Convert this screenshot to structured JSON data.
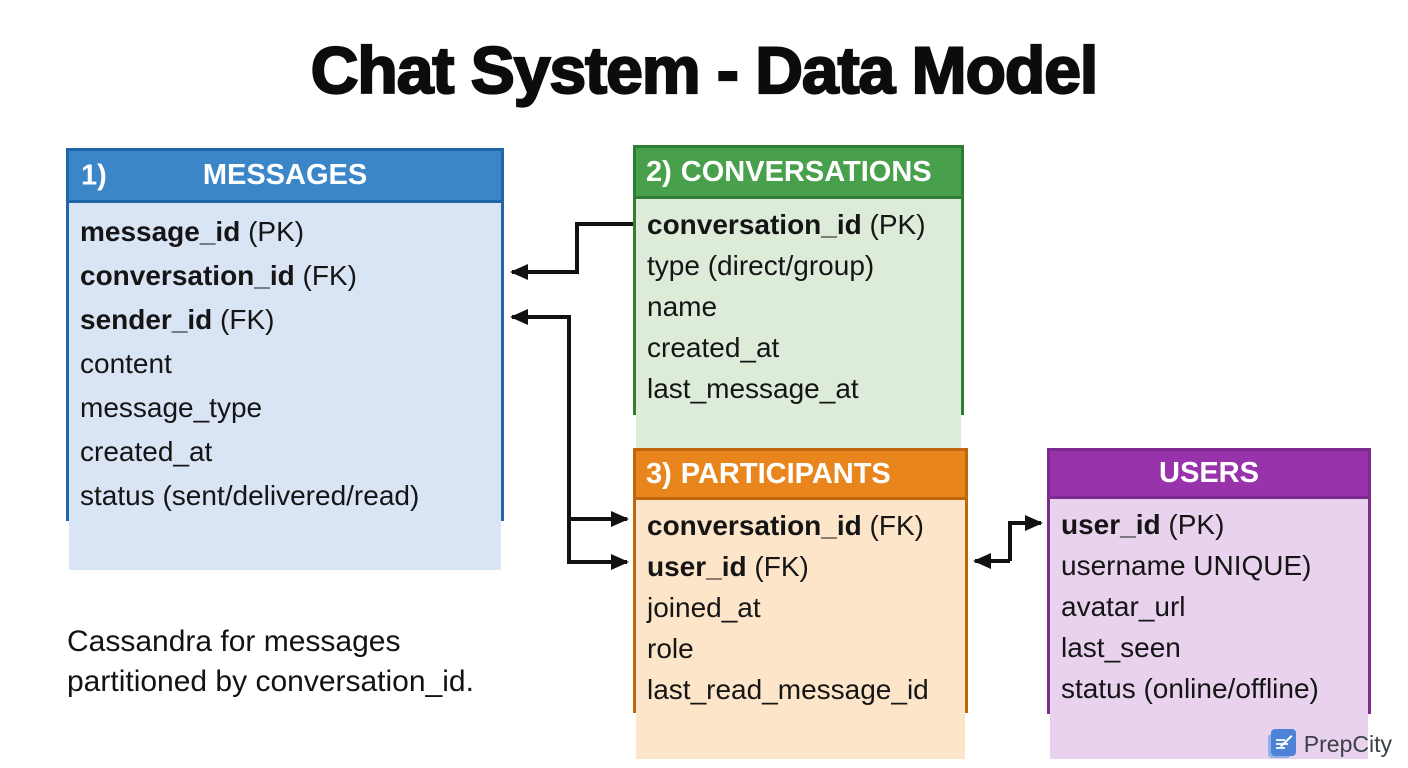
{
  "title": "Chat System - Data Model",
  "note": {
    "line1": "Cassandra for messages",
    "line2": "partitioned by conversation_id."
  },
  "tables": [
    {
      "number": "1)",
      "title": "MESSAGES",
      "colors": {
        "header": "#3b86c8",
        "border": "#2166a8",
        "body": "#d9e4f5"
      },
      "fields": [
        {
          "bold": "message_id",
          "rest": " (PK)"
        },
        {
          "bold": "conversation_id",
          "rest": " (FK)"
        },
        {
          "bold": "sender_id",
          "rest": " (FK)"
        },
        {
          "bold": "",
          "rest": "content"
        },
        {
          "bold": "",
          "rest": "message_type"
        },
        {
          "bold": "",
          "rest": "created_at"
        },
        {
          "bold": "",
          "rest": "status (sent/delivered/read)"
        }
      ]
    },
    {
      "number": "2)",
      "title": "CONVERSATIONS",
      "colors": {
        "header": "#48a04c",
        "border": "#2e7d32",
        "body": "#ddecd9"
      },
      "fields": [
        {
          "bold": "conversation_id",
          "rest": " (PK)"
        },
        {
          "bold": "",
          "rest": "type (direct/group)"
        },
        {
          "bold": "",
          "rest": "name"
        },
        {
          "bold": "",
          "rest": "created_at"
        },
        {
          "bold": "",
          "rest": "last_message_at"
        }
      ]
    },
    {
      "number": "3)",
      "title": "PARTICIPANTS",
      "colors": {
        "header": "#e8851d",
        "border": "#c2660e",
        "body": "#fce5c8"
      },
      "fields": [
        {
          "bold": "conversation_id",
          "rest": " (FK)"
        },
        {
          "bold": "user_id",
          "rest": " (FK)"
        },
        {
          "bold": "",
          "rest": "joined_at"
        },
        {
          "bold": "",
          "rest": "role"
        },
        {
          "bold": "",
          "rest": "last_read_message_id"
        }
      ]
    },
    {
      "number": "",
      "title": "USERS",
      "colors": {
        "header": "#9933ab",
        "border": "#7c2a8d",
        "body": "#e9d2ee"
      },
      "fields": [
        {
          "bold": "user_id",
          "rest": " (PK)"
        },
        {
          "bold": "",
          "rest": "username UNIQUE)"
        },
        {
          "bold": "",
          "rest": "avatar_url"
        },
        {
          "bold": "",
          "rest": "last_seen"
        },
        {
          "bold": "",
          "rest": "status (online/offline)"
        }
      ]
    }
  ],
  "connectors": [
    "CONVERSATIONS.conversation_id -> MESSAGES.conversation_id",
    "trunk -> MESSAGES.sender_id",
    "trunk -> PARTICIPANTS.conversation_id",
    "trunk -> PARTICIPANTS.user_id",
    "PARTICIPANTS.user_id <-> USERS.user_id"
  ],
  "logo": {
    "brand": "PrepCity"
  },
  "connector_color": "#111111"
}
